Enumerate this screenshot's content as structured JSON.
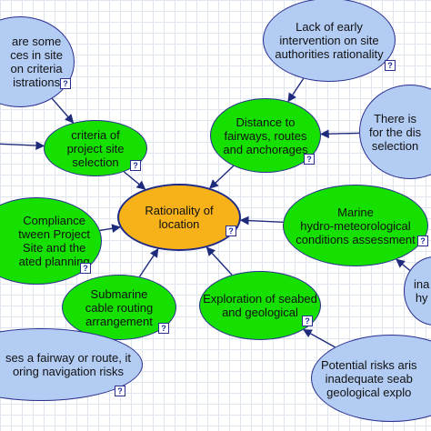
{
  "colors": {
    "center": "#f7b21a",
    "factor": "#16e000",
    "source": "#b3ccf4",
    "edge": "#1e2a7a"
  },
  "badge_glyph": "?",
  "nodes": [
    {
      "id": "rationality",
      "kind": "orange",
      "text": "Rationality of\nlocation"
    },
    {
      "id": "criteria",
      "kind": "green",
      "text": "criteria of\nproject site\nselection"
    },
    {
      "id": "distance",
      "kind": "green",
      "text": "Distance to\nfairways, routes\nand anchorages"
    },
    {
      "id": "compliance",
      "kind": "green",
      "text": "Compliance\ntween Project\nSite and the\nated planning"
    },
    {
      "id": "marine",
      "kind": "green",
      "text": "Marine\nhydro-meteorological\nconditions assessment"
    },
    {
      "id": "submarine",
      "kind": "green",
      "text": "Submarine\ncable routing\narrangement"
    },
    {
      "id": "exploration",
      "kind": "green",
      "text": "Exploration of seabed\nand geological"
    },
    {
      "id": "src_criteria",
      "kind": "blue",
      "text": "are some\nces in site\non criteria\nistrations"
    },
    {
      "id": "src_lack",
      "kind": "blue",
      "text": "Lack of early\nintervention on site\nauthorities rationality"
    },
    {
      "id": "src_there",
      "kind": "blue",
      "text": "There is\nfor the dis\nselection"
    },
    {
      "id": "src_fairway",
      "kind": "blue",
      "text": "ses a fairway or route, it\noring navigation risks"
    },
    {
      "id": "src_potential",
      "kind": "blue",
      "text": "Potential risks aris\ninadequate seab\ngeological explo"
    },
    {
      "id": "src_ina",
      "kind": "blue",
      "text": "ina\nhy"
    }
  ],
  "edges": [
    [
      "criteria",
      "rationality"
    ],
    [
      "distance",
      "rationality"
    ],
    [
      "compliance",
      "rationality"
    ],
    [
      "marine",
      "rationality"
    ],
    [
      "submarine",
      "rationality"
    ],
    [
      "exploration",
      "rationality"
    ],
    [
      "src_criteria",
      "criteria"
    ],
    [
      "left_stub",
      "criteria"
    ],
    [
      "src_lack",
      "distance"
    ],
    [
      "src_there",
      "distance"
    ],
    [
      "src_ina",
      "marine"
    ],
    [
      "src_fairway",
      "submarine"
    ],
    [
      "src_potential",
      "exploration"
    ]
  ]
}
